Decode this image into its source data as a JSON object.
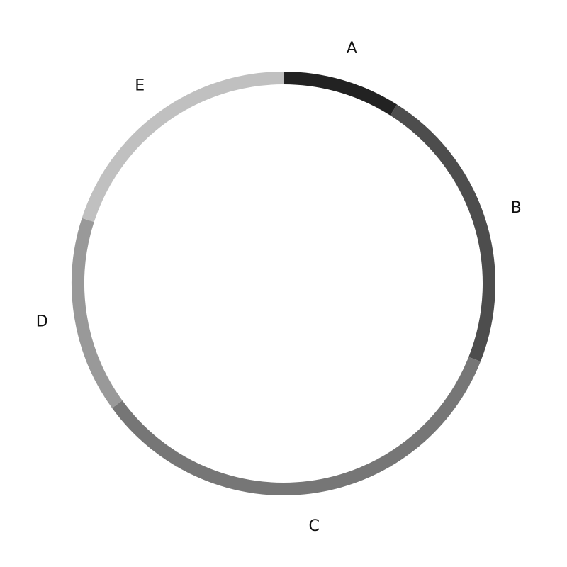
{
  "chart_data": {
    "type": "pie",
    "style": "donut-ring",
    "start_angle": "top",
    "direction": "clockwise",
    "categories": [
      "A",
      "B",
      "C",
      "D",
      "E"
    ],
    "values": [
      9,
      22,
      34,
      15,
      20
    ],
    "colors": [
      "#222222",
      "#4d4d4d",
      "#767676",
      "#999999",
      "#c0c0c0"
    ],
    "title": "",
    "legend": "none",
    "grid": false
  }
}
